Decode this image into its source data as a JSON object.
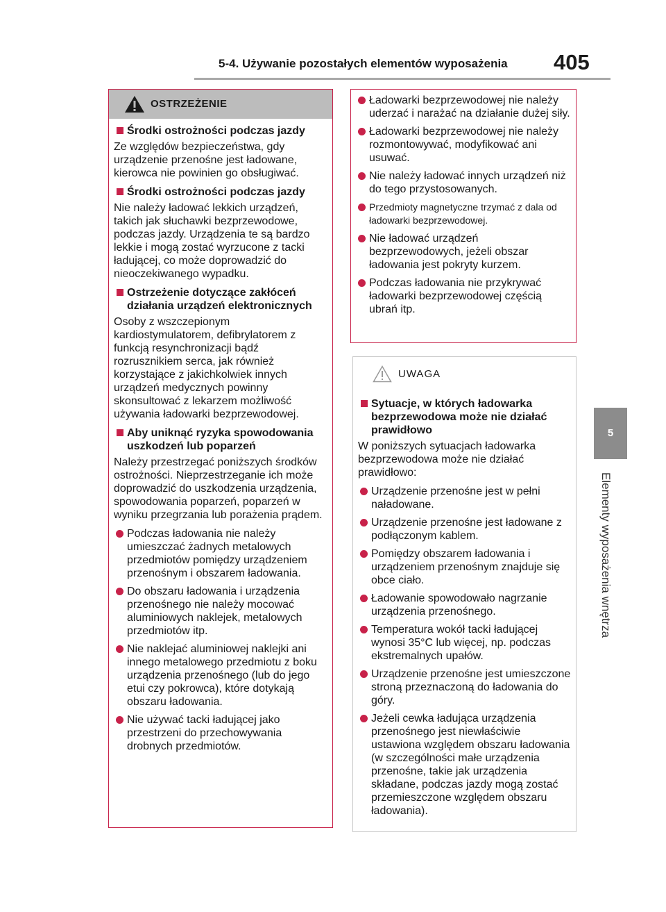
{
  "header": {
    "title": "5-4. Używanie pozostałych elementów wyposażenia",
    "page_number": "405"
  },
  "side_tab": {
    "chapter_number": "5",
    "chapter_label": "Elementy wyposażenia wnętrza"
  },
  "warning": {
    "heading": "OSTRZEŻENIE",
    "sections": [
      {
        "title": "Środki ostrożności podczas jazdy",
        "text": "Ze względów bezpieczeństwa, gdy urządzenie przenośne jest ładowane, kierowca nie powinien go obsługiwać."
      },
      {
        "title": "Środki ostrożności podczas jazdy",
        "text": "Nie należy ładować lekkich urządzeń, takich jak słuchawki bezprzewodowe, podczas jazdy. Urządzenia te są bardzo lekkie i mogą zostać wyrzucone z tacki ładującej, co może doprowadzić do nieoczekiwanego wypadku."
      },
      {
        "title": "Ostrzeżenie dotyczące zakłóceń działania urządzeń elektronicznych",
        "text": "Osoby z wszczepionym kardiostymulatorem, defibrylatorem z funkcją resynchronizacji bądź rozrusznikiem serca, jak również korzystające z jakichkolwiek innych urządzeń medycznych powinny skonsultować z lekarzem możliwość używania ładowarki bezprzewodowej."
      },
      {
        "title": "Aby uniknąć ryzyka spowodowania uszkodzeń lub poparzeń",
        "text": "Należy przestrzegać poniższych środków ostrożności. Nieprzestrzeganie ich może doprowadzić do uszkodzenia urządzenia, spowodowania poparzeń, poparzeń w wyniku przegrzania lub porażenia prądem."
      }
    ],
    "bullets": [
      "Podczas ładowania nie należy umieszczać żadnych metalowych przedmiotów pomiędzy urządzeniem przenośnym i obszarem ładowania.",
      "Do obszaru ładowania i urządzenia przenośnego nie należy mocować aluminiowych naklejek, metalowych przedmiotów itp.",
      "Nie naklejać aluminiowej naklejki ani innego metalowego przedmiotu z boku urządzenia przenośnego (lub do jego etui czy pokrowca), które dotykają obszaru ładowania.",
      "Nie używać tacki ładującej jako przestrzeni do przechowywania drobnych przedmiotów."
    ]
  },
  "warning_continued": {
    "bullets": [
      "Ładowarki bezprzewodowej nie należy uderzać i narażać na działanie dużej siły.",
      "Ładowarki bezprzewodowej nie należy rozmontowywać, modyfikować ani usuwać.",
      "Nie należy ładować innych urządzeń niż do tego przystosowanych.",
      "Przedmioty magnetyczne trzymać z dala od ładowarki bezprzewodowej.",
      "Nie ładować urządzeń bezprzewodowych, jeżeli obszar ładowania jest pokryty kurzem.",
      "Podczas ładowania nie przykrywać ładowarki bezprzewodowej częścią ubrań itp."
    ]
  },
  "notice": {
    "heading": "UWAGA",
    "section_title": "Sytuacje, w których ładowarka bezprzewodowa może nie działać prawidłowo",
    "intro": "W poniższych sytuacjach ładowarka bezprzewodowa może nie działać prawidłowo:",
    "bullets": [
      "Urządzenie przenośne jest w pełni naładowane.",
      "Urządzenie przenośne jest ładowane z podłączonym kablem.",
      "Pomiędzy obszarem ładowania i urządzeniem przenośnym znajduje się obce ciało.",
      "Ładowanie spowodowało nagrzanie urządzenia przenośnego.",
      "Temperatura wokół tacki ładującej wynosi 35°C lub więcej, np. podczas ekstremalnych upałów.",
      "Urządzenie przenośne jest umieszczone stroną przeznaczoną do ładowania do góry.",
      "Jeżeli cewka ładująca urządzenia przenośnego jest niewłaściwie ustawiona względem obszaru ładowania (w szczególności małe urządzenia przenośne, takie jak urządzenia składane, podczas jazdy mogą zostać przemieszczone względem obszaru ładowania)."
    ]
  },
  "colors": {
    "accent": "#c8224a",
    "warning_header_bg": "#bcbcbc",
    "side_tab_bg": "#8c8c8c"
  }
}
